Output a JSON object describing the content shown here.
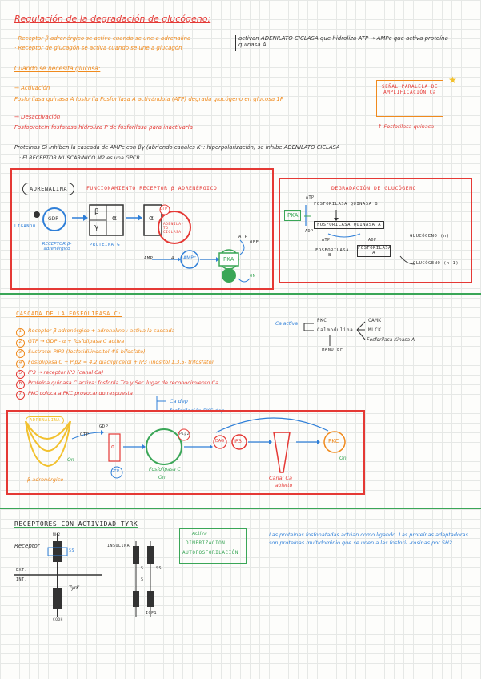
{
  "colors": {
    "red": "#e53935",
    "orange": "#f08a1d",
    "blue": "#2f7fd8",
    "green": "#3aa657",
    "yellow": "#f2c12e",
    "purple": "#8e44ad",
    "dark": "#333333"
  },
  "title": "Regulación de la degradación de glucógeno:",
  "intro": {
    "line1_a": "· Receptor β adrenérgico se activa cuando se une a adrenalina",
    "line2_a": "· Receptor de glucagón se activa cuando se une a glucagón",
    "activan_text": "activan ADENILATO CICLASA que hidroliza ATP → AMPc que activa proteína quinasa A"
  },
  "cuando": {
    "heading": "Cuando se necesita glucosa:",
    "activ_label": "→ Activación",
    "activ_text": "Fosforilasa quinasa A fosforila Fosforilasa A activándola (ATP) degrada glucógeno en glucosa 1P",
    "desact_label": "→ Desactivación",
    "desact_text": "Fosfoproteín fosfatasa hidroliza P de fosforilasa para inactivarla",
    "senal_note": "SEÑAL PARALELA DE AMPLIFICACIÓN Ca",
    "fosf_note": "↑ Fosforilasa quinasa",
    "prot_gi": "Proteínas Gi inhiben la cascada de AMPc con βγ (abriendo canales K⁺: hiperpolarización) se inhibe ADENILATO CICLASA",
    "musc": "· El RECEPTOR MUSCARÍNICO M2 es una GPCR"
  },
  "box1": {
    "adrenalina": "ADRENALINA",
    "func_title": "FUNCIONAMIENTO RECEPTOR β ADRENÉRGICO",
    "gdp": "GDP",
    "ligando": "LIGANDO",
    "receptor": "RECEPTOR β-adrenérgico",
    "beta": "β",
    "gamma": "γ",
    "alpha": "α",
    "proteina_g": "PROTEÍNA G",
    "gtp": "GTP",
    "aden_ciclasa": "ADENILA-TO CICLASA",
    "atp": "ATP",
    "amp": "AMP",
    "four": "4",
    "ampc": "AMPc",
    "pka": "PKA",
    "off": "OFF",
    "on": "ON"
  },
  "box2": {
    "title": "DEGRADACIÓN DE GLUCÓGENO",
    "atp": "ATP",
    "pka": "PKA",
    "fq_b": "FOSFORILASA QUINASA B",
    "fq_a": "FOSFORILASA QUINASA A",
    "adp": "ADP",
    "atp2": "ATP",
    "adp2": "ADP",
    "fosf_b": "FOSFORILASA B",
    "fosf_a": "FOSFORILASA A",
    "gluc_n": "GLUCÓGENO (n)",
    "gluc_n1": "GLUCÓGENO (n-1)"
  },
  "cascade": {
    "title": "CASCADA DE LA FOSFOLIPASA C:",
    "steps": [
      {
        "num": "1",
        "text": "Receptor β adrenérgico + adrenalina : activa la cascada"
      },
      {
        "num": "2",
        "text": "GTP → GDP - α + fosfolipasa C activa"
      },
      {
        "num": "3",
        "text": "Sustrato: PIP2 (fosfatidilinositol 4'5 bifosfato)"
      },
      {
        "num": "4",
        "text": "Fosfolipasa C + Pip2 = 4,2 diacilglicerol + IP3 (inositol 1,3,5- trifosfato)"
      },
      {
        "num": "5",
        "text": "IP3 → receptor IP3 (canal Ca)"
      },
      {
        "num": "6",
        "text": "Proteína quinasa C activa: fosforila Tre y Ser. lugar de reconocimiento Ca"
      },
      {
        "num": "7",
        "text": "PKC coloca a PKC provocando respuesta"
      }
    ],
    "ca_dep": "Ca dep",
    "fosf_pkc": "fosforilación PKC dep",
    "ca_activa": "Ca activa",
    "pkc": "PKC",
    "calmodulina": "Calmodulina",
    "camk": "CAMK",
    "mlck": "MLCK",
    "fos_kin": "Fosforilasa Kinasa A",
    "mano_ef": "MANO EF"
  },
  "box3": {
    "adrenalina": "ADRENALINA",
    "gdp": "GDP",
    "gtp": "GTP",
    "alpha": "α",
    "gtp2": "GTP",
    "beta_adr": "β adrenérgico",
    "on1": "On",
    "fosf_c": "Fosfolipasa C",
    "on2": "On",
    "pip2": "Pip2",
    "dag": "DAG",
    "ip3": "IP3",
    "pkc": "PKC",
    "on3": "On",
    "canal": "Canal Ca",
    "abierto": "abierto"
  },
  "tyrk": {
    "title": "RECEPTORES CON ACTIVIDAD TYRK",
    "receptor": "Receptor",
    "nh2": "NH2",
    "ss": "SS",
    "ext": "EXT.",
    "int": "INT.",
    "tyrk": "TyrK",
    "cooh": "COOH",
    "insulina": "INSULINA",
    "s1": "S",
    "s2": "SS",
    "s3": "S",
    "igf": "IGF1",
    "activa": "Activa",
    "dimer": "DIMERIZACIÓN",
    "autof": "AUTOFOSFORILACIÓN",
    "note": "Las proteínas fosfonatadas actúan como ligando. Las proteínas adaptadoras son proteínas multidominio que se unen a las fosfori- -rosinas por SH2"
  }
}
